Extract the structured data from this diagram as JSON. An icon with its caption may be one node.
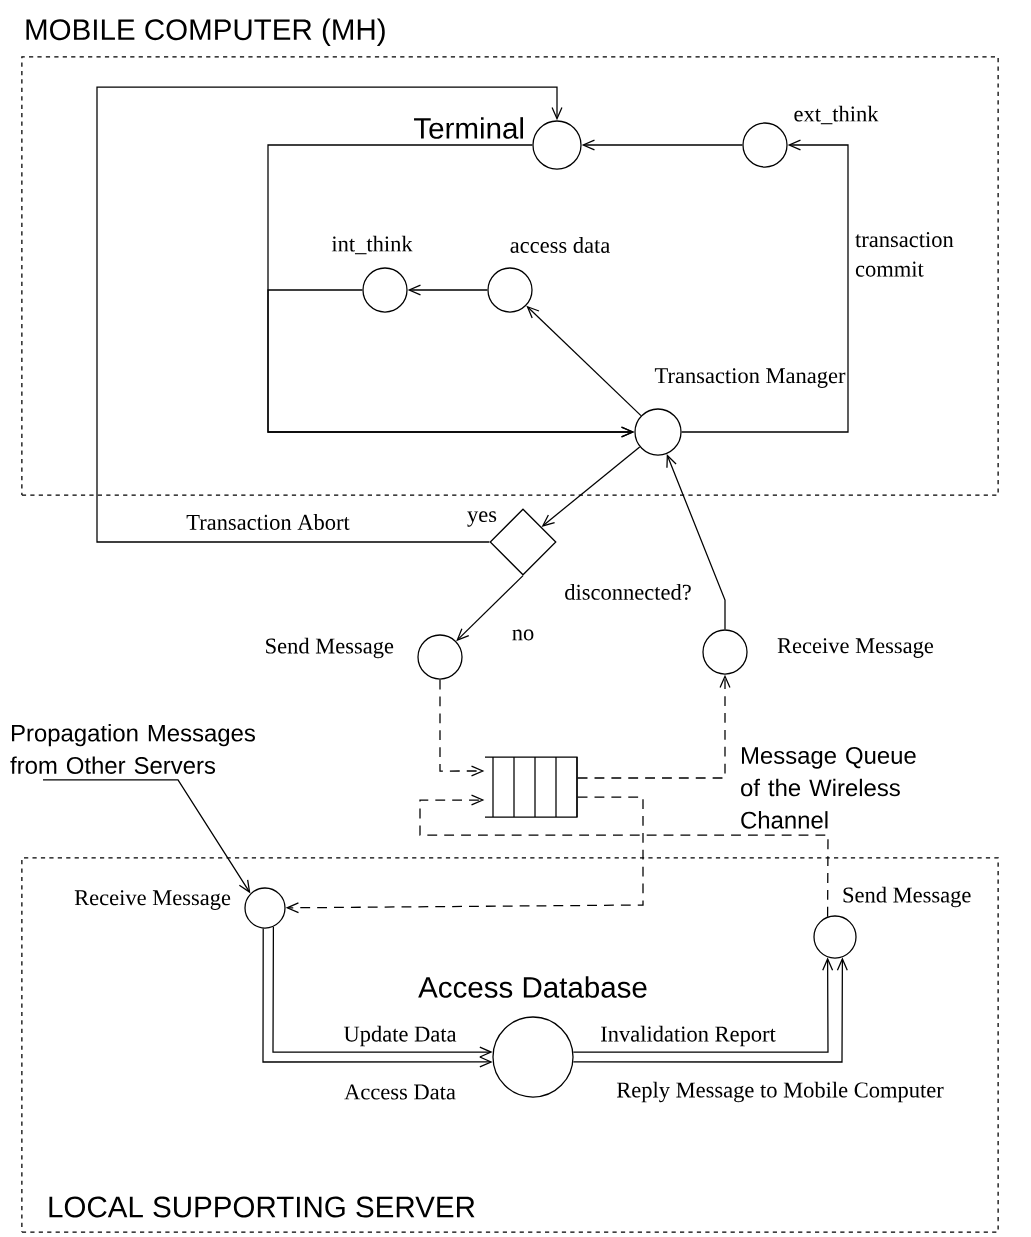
{
  "diagram": {
    "nodes": [
      {
        "text": [
          "MOBILE COMPUTER (MH)"
        ]
      },
      {
        "text": [
          "Terminal"
        ],
        "in": 0
      },
      {
        "text": [
          "ext_think"
        ],
        "in": 0
      },
      {
        "text": [
          "int_think"
        ],
        "in": 0
      },
      {
        "text": [
          "access data"
        ],
        "in": 0
      },
      {
        "text": [
          "Transaction Manager"
        ],
        "in": 0
      },
      {
        "text": [
          "disconnected?"
        ]
      },
      {
        "text": [
          "Send Message"
        ]
      },
      {
        "text": [
          "Receive Message"
        ]
      },
      {
        "text": [
          "Message Queue of the Wireless Channel"
        ]
      },
      {
        "text": [
          "Propagation Messages from Other Servers"
        ]
      },
      {
        "text": [
          "LOCAL SUPPORTING SERVER"
        ]
      },
      {
        "text": [
          "Receive Message"
        ],
        "in": 11
      },
      {
        "text": [
          "Access Database"
        ],
        "in": 11
      },
      {
        "text": [
          "Send Message"
        ],
        "in": 11
      }
    ],
    "edges": [
      {
        "from": 2,
        "to": 1,
        "arrow": "to"
      },
      {
        "from": 5,
        "to": 2,
        "arrow": "to",
        "label": "transaction commit"
      },
      {
        "from": 1,
        "to": 5,
        "arrow": "to"
      },
      {
        "from": 3,
        "to": 5,
        "arrow": "to"
      },
      {
        "from": 5,
        "to": 4,
        "arrow": "to"
      },
      {
        "from": 4,
        "to": 3,
        "arrow": "to"
      },
      {
        "from": 5,
        "to": 6,
        "arrow": "to"
      },
      {
        "from": 6,
        "to": 1,
        "arrow": "to",
        "label": "Transaction Abort"
      },
      {
        "from": 6,
        "to": 7,
        "arrow": "to",
        "label": "no"
      },
      {
        "from": 8,
        "to": 5,
        "arrow": "to"
      },
      {
        "from": 7,
        "to": 9,
        "arrow": "to",
        "style": "dashed"
      },
      {
        "from": 9,
        "to": 8,
        "arrow": "to",
        "style": "dashed"
      },
      {
        "from": 9,
        "to": 12,
        "arrow": "to",
        "style": "dashed"
      },
      {
        "from": 14,
        "to": 9,
        "arrow": "to",
        "style": "dashed"
      },
      {
        "from": 10,
        "to": 12,
        "arrow": "to"
      },
      {
        "from": 12,
        "to": 13,
        "arrow": "to",
        "label": "Update Data"
      },
      {
        "from": 12,
        "to": 13,
        "arrow": "to",
        "label": "Access Data"
      },
      {
        "from": 13,
        "to": 14,
        "arrow": "to",
        "label": "Invalidation Report"
      },
      {
        "from": 13,
        "to": 14,
        "arrow": "to",
        "label": "Reply Message to Mobile Computer"
      }
    ],
    "labels": [
      "yes"
    ]
  }
}
